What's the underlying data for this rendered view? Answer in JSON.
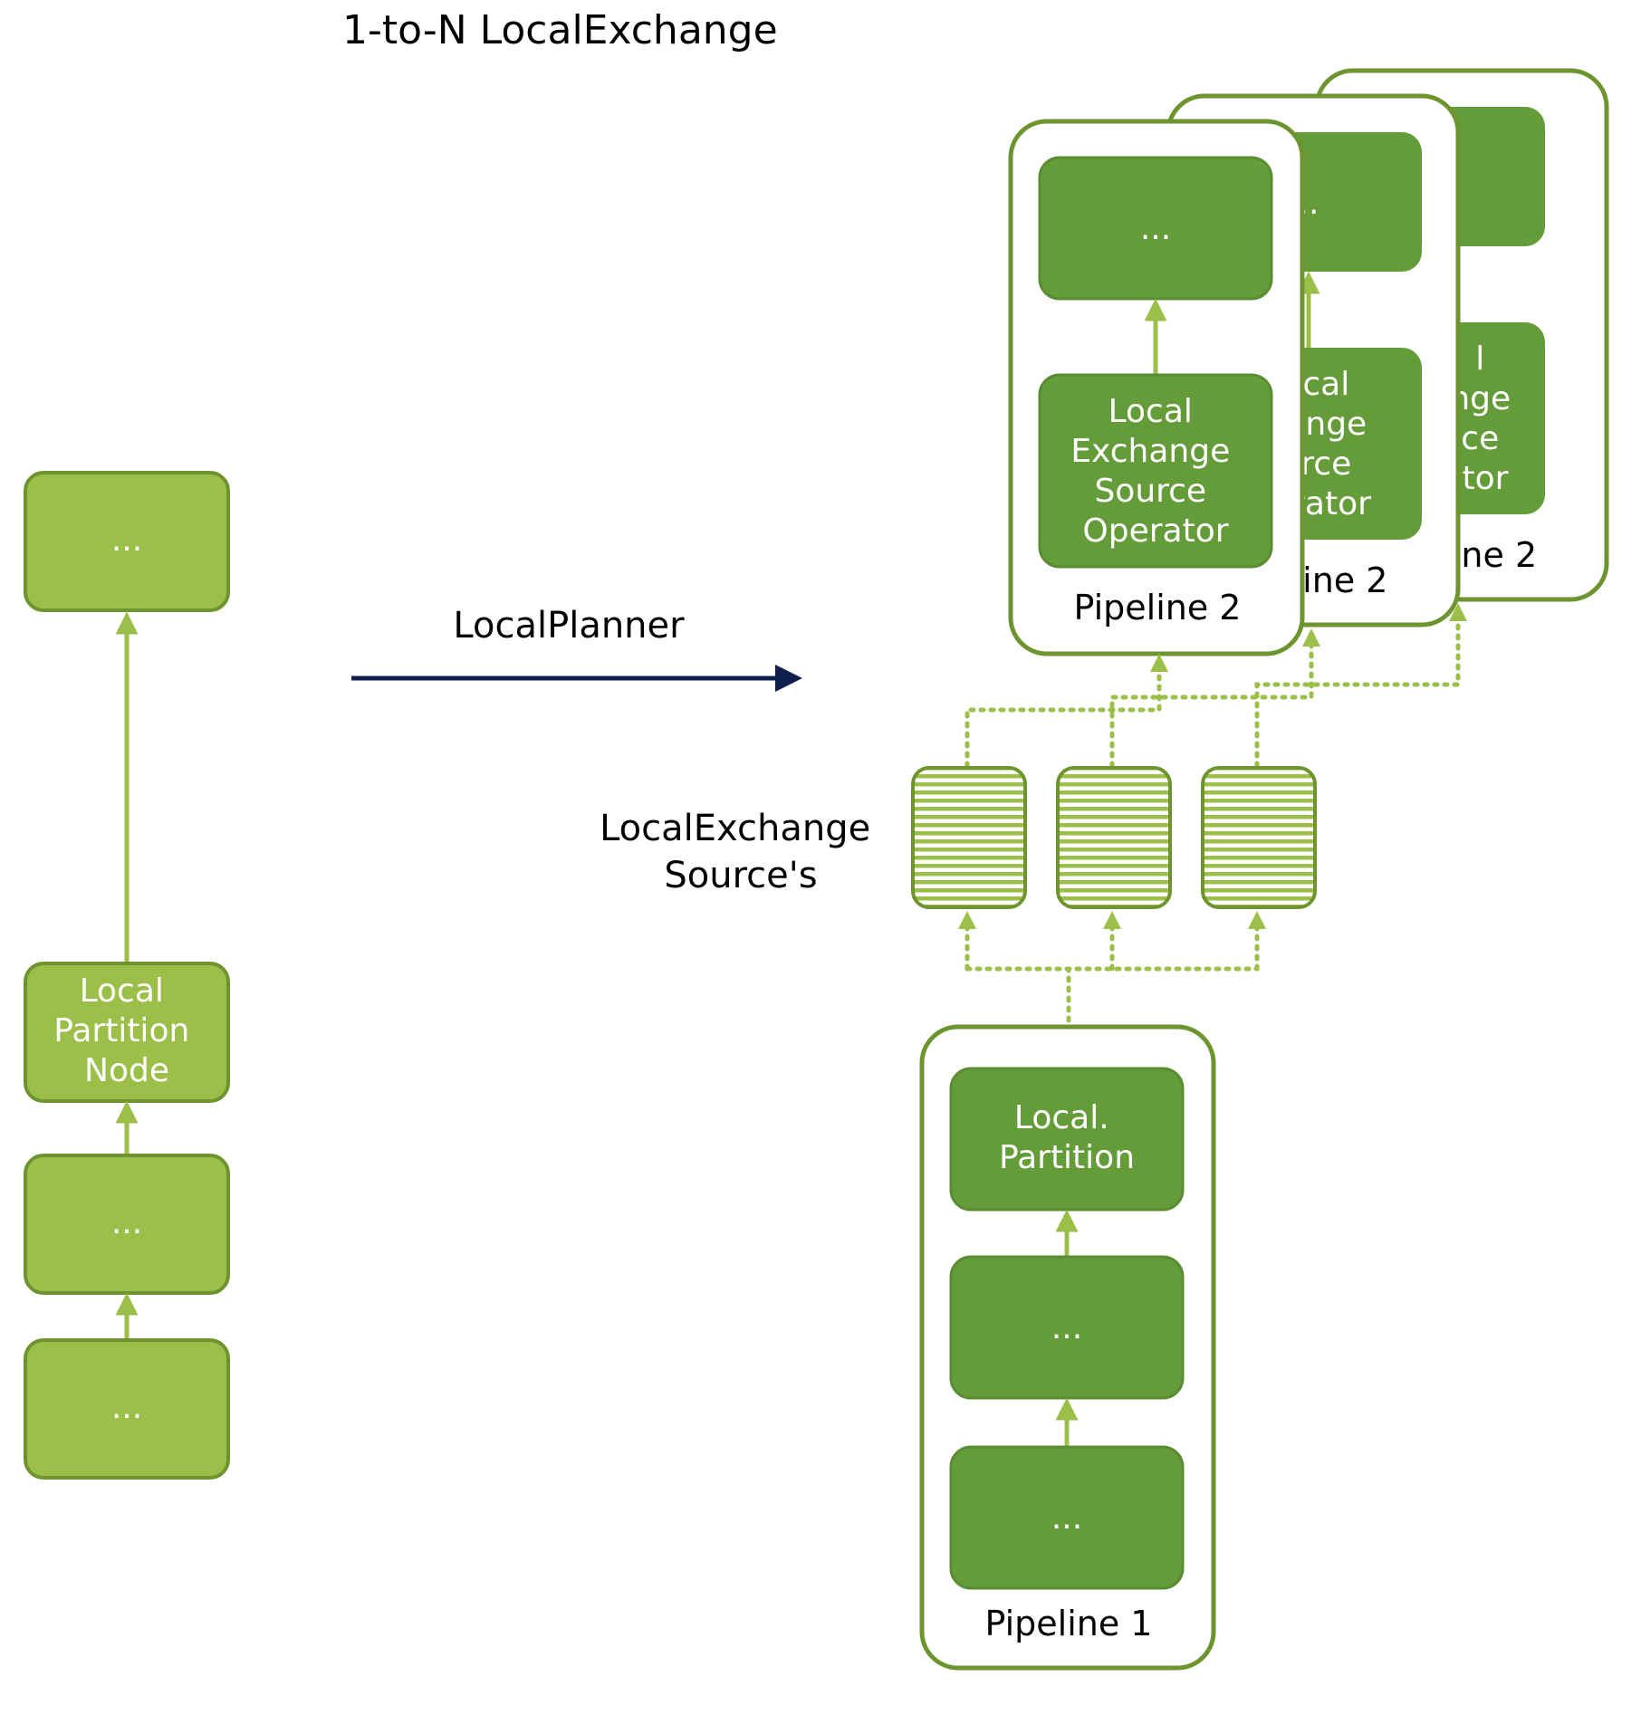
{
  "title": "1-to-N LocalExchange",
  "planner_label": "LocalPlanner",
  "sources_label": [
    "LocalExchange",
    "Source's"
  ],
  "colors": {
    "light_green": "#9bbf48",
    "light_green_border": "#6e9430",
    "dark_green": "#659c3a",
    "pipeline_border": "#6e9430",
    "arrow_green": "#9bbf48",
    "planner_arrow": "#0f1f4d"
  },
  "left_plan": {
    "top_node": "...",
    "partition_node": [
      "Local",
      "Partition",
      "Node"
    ],
    "mid_node": "...",
    "bottom_node": "..."
  },
  "pipeline1": {
    "label": "Pipeline 1",
    "partition_op": [
      "Local.",
      "Partition"
    ],
    "mid_op": "...",
    "bottom_op": "..."
  },
  "pipeline2_stack": [
    {
      "label": "ine 2",
      "top_op": "",
      "source_op": [
        "l",
        "nge",
        "ce",
        "tor"
      ]
    },
    {
      "label": "line 2",
      "top_op": "..",
      "source_op": [
        "cal",
        "ange",
        "rce",
        "rator"
      ]
    },
    {
      "label": "Pipeline 2",
      "top_op": "...",
      "source_op": [
        "Local",
        "Exchange",
        "Source",
        "Operator"
      ]
    }
  ]
}
